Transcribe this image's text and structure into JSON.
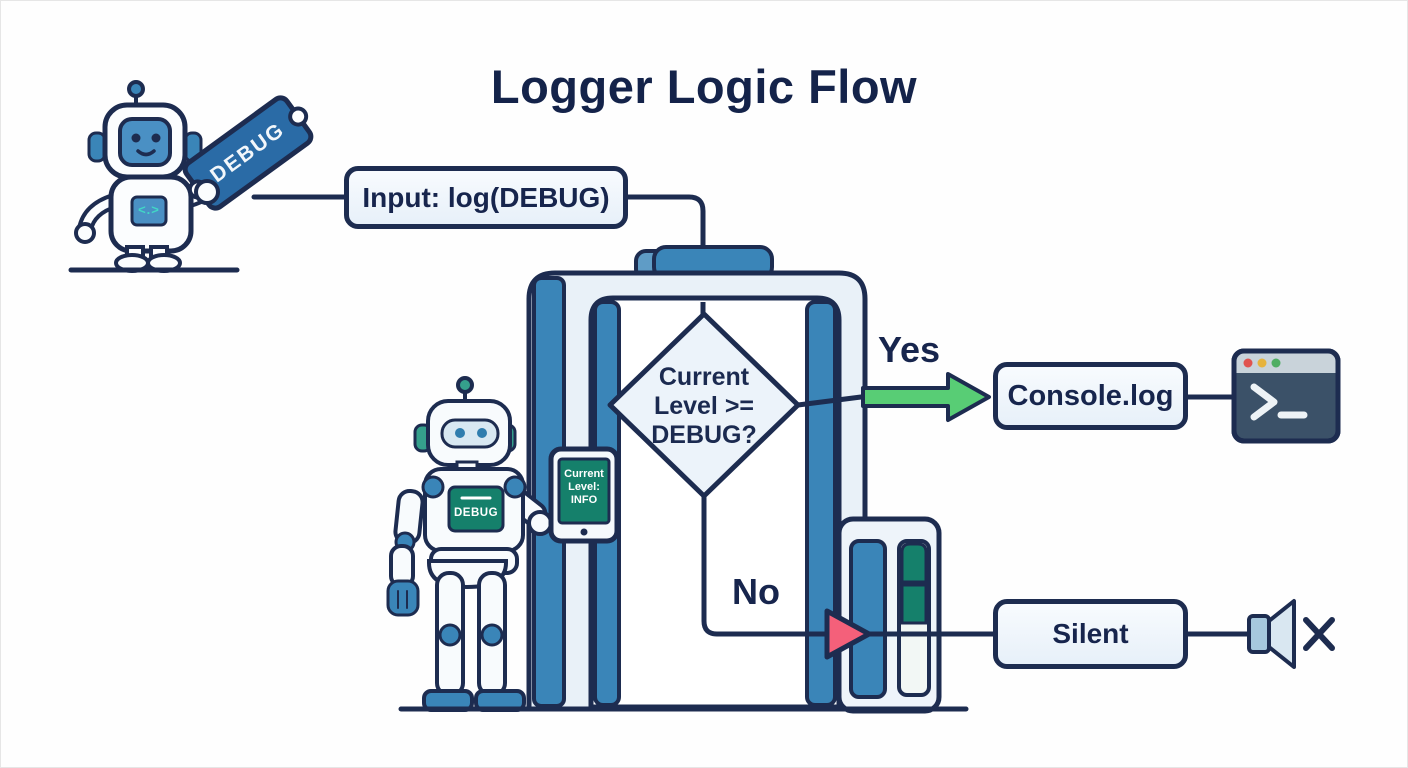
{
  "title": "Logger Logic Flow",
  "flow": {
    "input_label": "Input: log(DEBUG)",
    "decision_label": "Current\nLevel >=\nDEBUG?",
    "yes_label": "Yes",
    "no_label": "No",
    "console_label": "Console.log",
    "silent_label": "Silent"
  },
  "mascot_robot": {
    "ticket_label": "DEBUG",
    "chest_code": "<.>"
  },
  "guard_robot": {
    "chest_label": "DEBUG"
  },
  "tablet": {
    "screen_text": "Current\nLevel:\nINFO"
  },
  "colors": {
    "outline_navy": "#1d2c50",
    "accent_blue": "#3a85b8",
    "robot_face_blue": "#4a90c4",
    "screen_teal": "#15806b",
    "yes_arrow_green": "#58cd75",
    "no_arrow_pink": "#f4607a",
    "node_fill": "#edf4fb",
    "terminal_body": "#3b5168"
  }
}
